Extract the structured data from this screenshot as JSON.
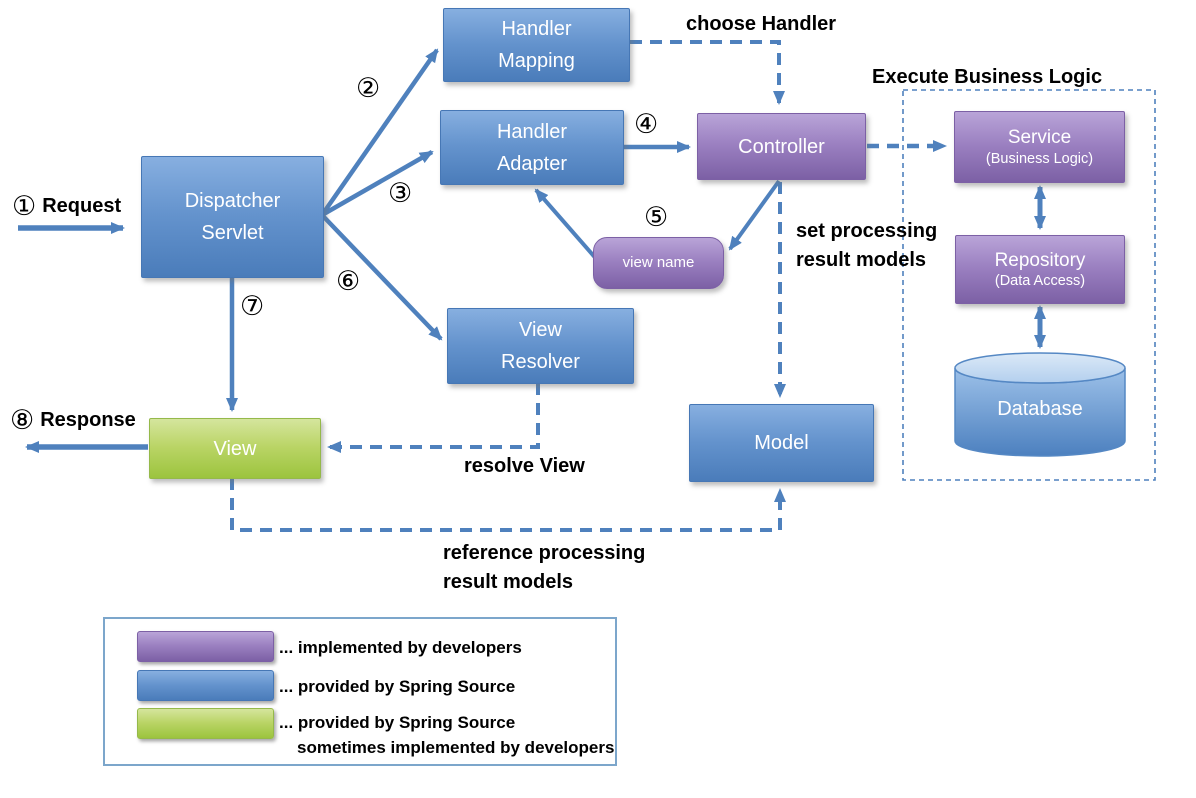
{
  "nodes": {
    "dispatcher_servlet": "Dispatcher\nServlet",
    "handler_mapping": "Handler\nMapping",
    "handler_adapter": "Handler\nAdapter",
    "controller": "Controller",
    "view_name": "view name",
    "view_resolver": "View\nResolver",
    "model": "Model",
    "view": "View",
    "service": {
      "title": "Service",
      "subtitle": "(Business Logic)"
    },
    "repository": {
      "title": "Repository",
      "subtitle": "(Data Access)"
    },
    "database": "Database"
  },
  "annotations": {
    "request": {
      "num": "①",
      "text": "Request"
    },
    "response": {
      "num": "⑧",
      "text": "Response"
    },
    "choose_handler": "choose Handler",
    "execute_business_logic": "Execute Business Logic",
    "set_processing_result_models": "set processing\nresult models",
    "resolve_view": "resolve View",
    "reference_processing_result_models": "reference processing\nresult models"
  },
  "steps": {
    "s2": "②",
    "s3": "③",
    "s4": "④",
    "s5": "⑤",
    "s6": "⑥",
    "s7": "⑦"
  },
  "legend": {
    "items": [
      {
        "color_name": "purple",
        "color": "#8064a2",
        "text": "... implemented by developers"
      },
      {
        "color_name": "blue",
        "color": "#4f81bd",
        "text": "... provided by Spring Source"
      },
      {
        "color_name": "green",
        "color": "#9bbb59",
        "text": "... provided by Spring Source",
        "text2": "sometimes implemented by developers"
      }
    ]
  },
  "colors": {
    "arrow": "#4f81bd",
    "boundary_border": "#4f81bd"
  }
}
